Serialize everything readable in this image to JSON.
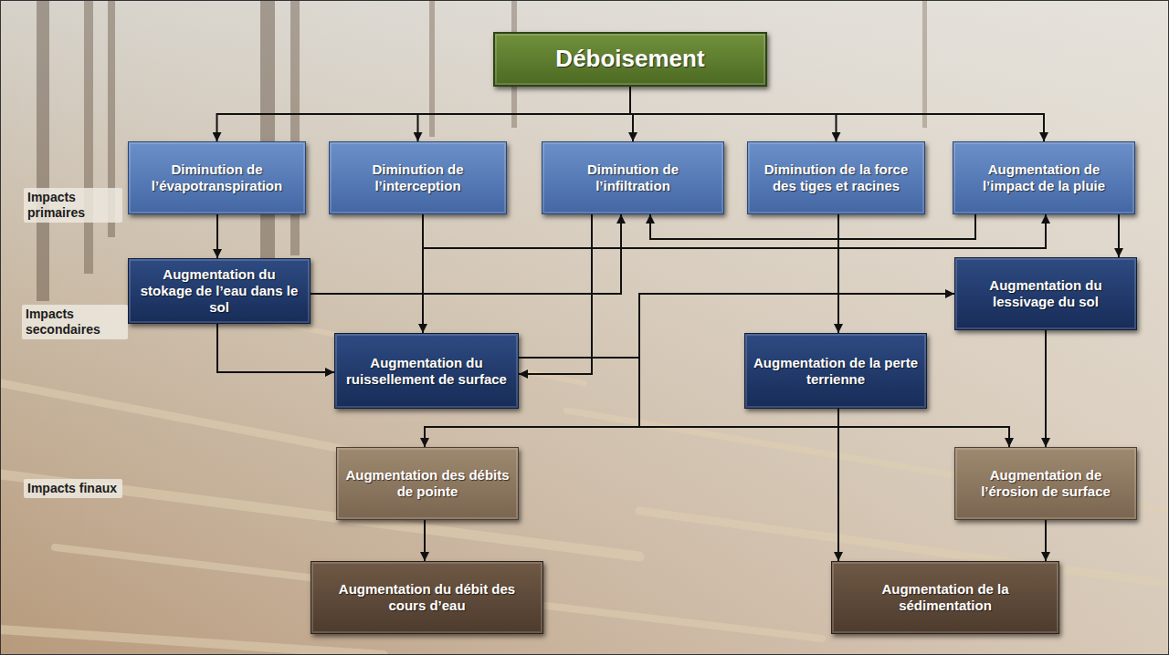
{
  "diagram": {
    "nodes": [
      {
        "text": [
          "Déboisement"
        ]
      },
      {
        "text": [
          "Diminution de l’évapotranspiration"
        ]
      },
      {
        "text": [
          "Diminution de l’interception"
        ]
      },
      {
        "text": [
          "Diminution de l’infiltration"
        ]
      },
      {
        "text": [
          "Diminution de la force des tiges et racines"
        ]
      },
      {
        "text": [
          "Augmentation de l’impact de la pluie"
        ]
      },
      {
        "text": [
          "Augmentation du stokage de l’eau dans le sol"
        ]
      },
      {
        "text": [
          "Augmentation du lessivage du sol"
        ]
      },
      {
        "text": [
          "Augmentation du ruissellement de surface"
        ]
      },
      {
        "text": [
          "Augmentation de la perte terrienne"
        ]
      },
      {
        "text": [
          "Augmentation des débits de pointe"
        ]
      },
      {
        "text": [
          "Augmentation de l’érosion de surface"
        ]
      },
      {
        "text": [
          "Augmentation du débit des cours d’eau"
        ]
      },
      {
        "text": [
          "Augmentation de la sédimentation"
        ]
      }
    ],
    "edges": [
      {
        "from": 0,
        "to": 1,
        "arrow": "to"
      },
      {
        "from": 0,
        "to": 2,
        "arrow": "to"
      },
      {
        "from": 0,
        "to": 3,
        "arrow": "to"
      },
      {
        "from": 0,
        "to": 4,
        "arrow": "to"
      },
      {
        "from": 0,
        "to": 5,
        "arrow": "to"
      },
      {
        "from": 1,
        "to": 6,
        "arrow": "to"
      },
      {
        "from": 2,
        "to": 8,
        "arrow": "to"
      },
      {
        "from": 2,
        "to": 5,
        "arrow": "to"
      },
      {
        "from": 3,
        "to": 8,
        "arrow": "to"
      },
      {
        "from": 4,
        "to": 9,
        "arrow": "to"
      },
      {
        "from": 5,
        "to": 7,
        "arrow": "to"
      },
      {
        "from": 5,
        "to": 3,
        "arrow": "to"
      },
      {
        "from": 6,
        "to": 8,
        "arrow": "to"
      },
      {
        "from": 6,
        "to": 3,
        "arrow": "to"
      },
      {
        "from": 8,
        "to": 7,
        "arrow": "to"
      },
      {
        "from": 8,
        "to": 10,
        "arrow": "to"
      },
      {
        "from": 8,
        "to": 11,
        "arrow": "to"
      },
      {
        "from": 7,
        "to": 11,
        "arrow": "to"
      },
      {
        "from": 9,
        "to": 13,
        "arrow": "to"
      },
      {
        "from": 10,
        "to": 12,
        "arrow": "to"
      },
      {
        "from": 11,
        "to": 13,
        "arrow": "to"
      }
    ],
    "labels": [
      "Impacts primaires",
      "Impacts secondaires",
      "Impacts finaux"
    ]
  }
}
